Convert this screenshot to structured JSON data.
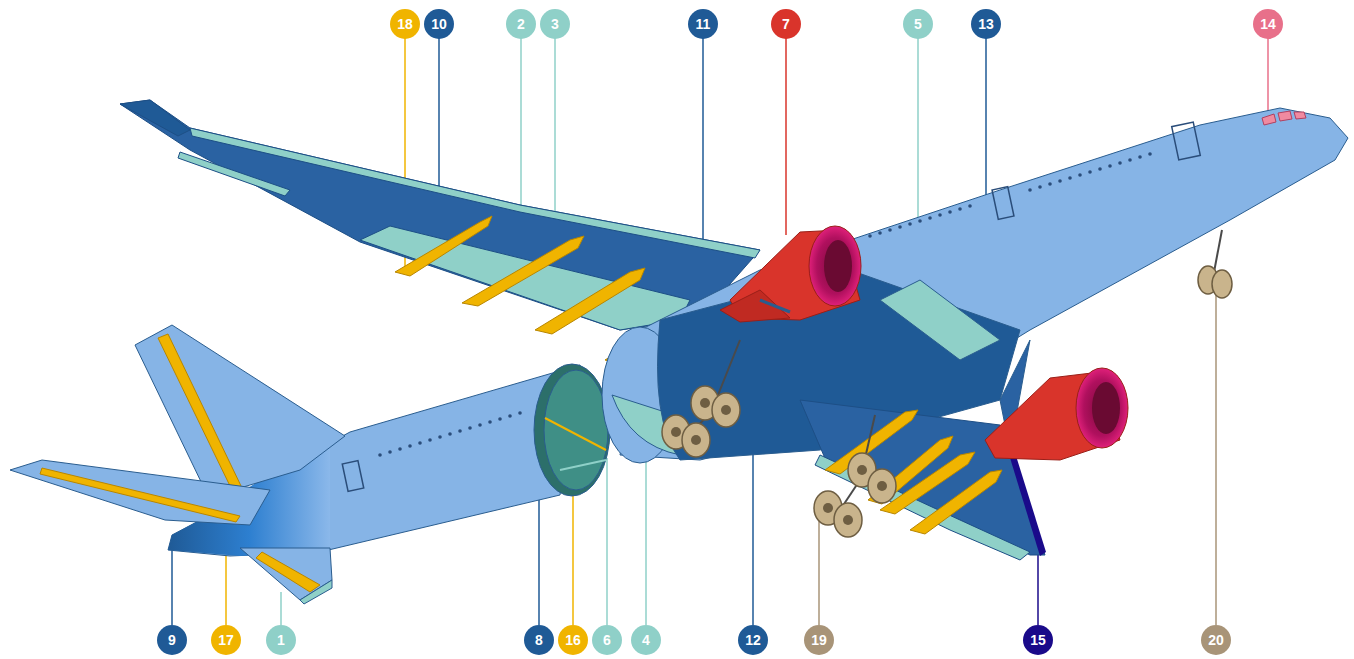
{
  "diagram": {
    "labels": [
      "18",
      "10",
      "2",
      "3",
      "11",
      "7",
      "5",
      "13",
      "14",
      "9",
      "17",
      "1",
      "8",
      "16",
      "6",
      "4",
      "12",
      "19",
      "15",
      "20"
    ]
  }
}
